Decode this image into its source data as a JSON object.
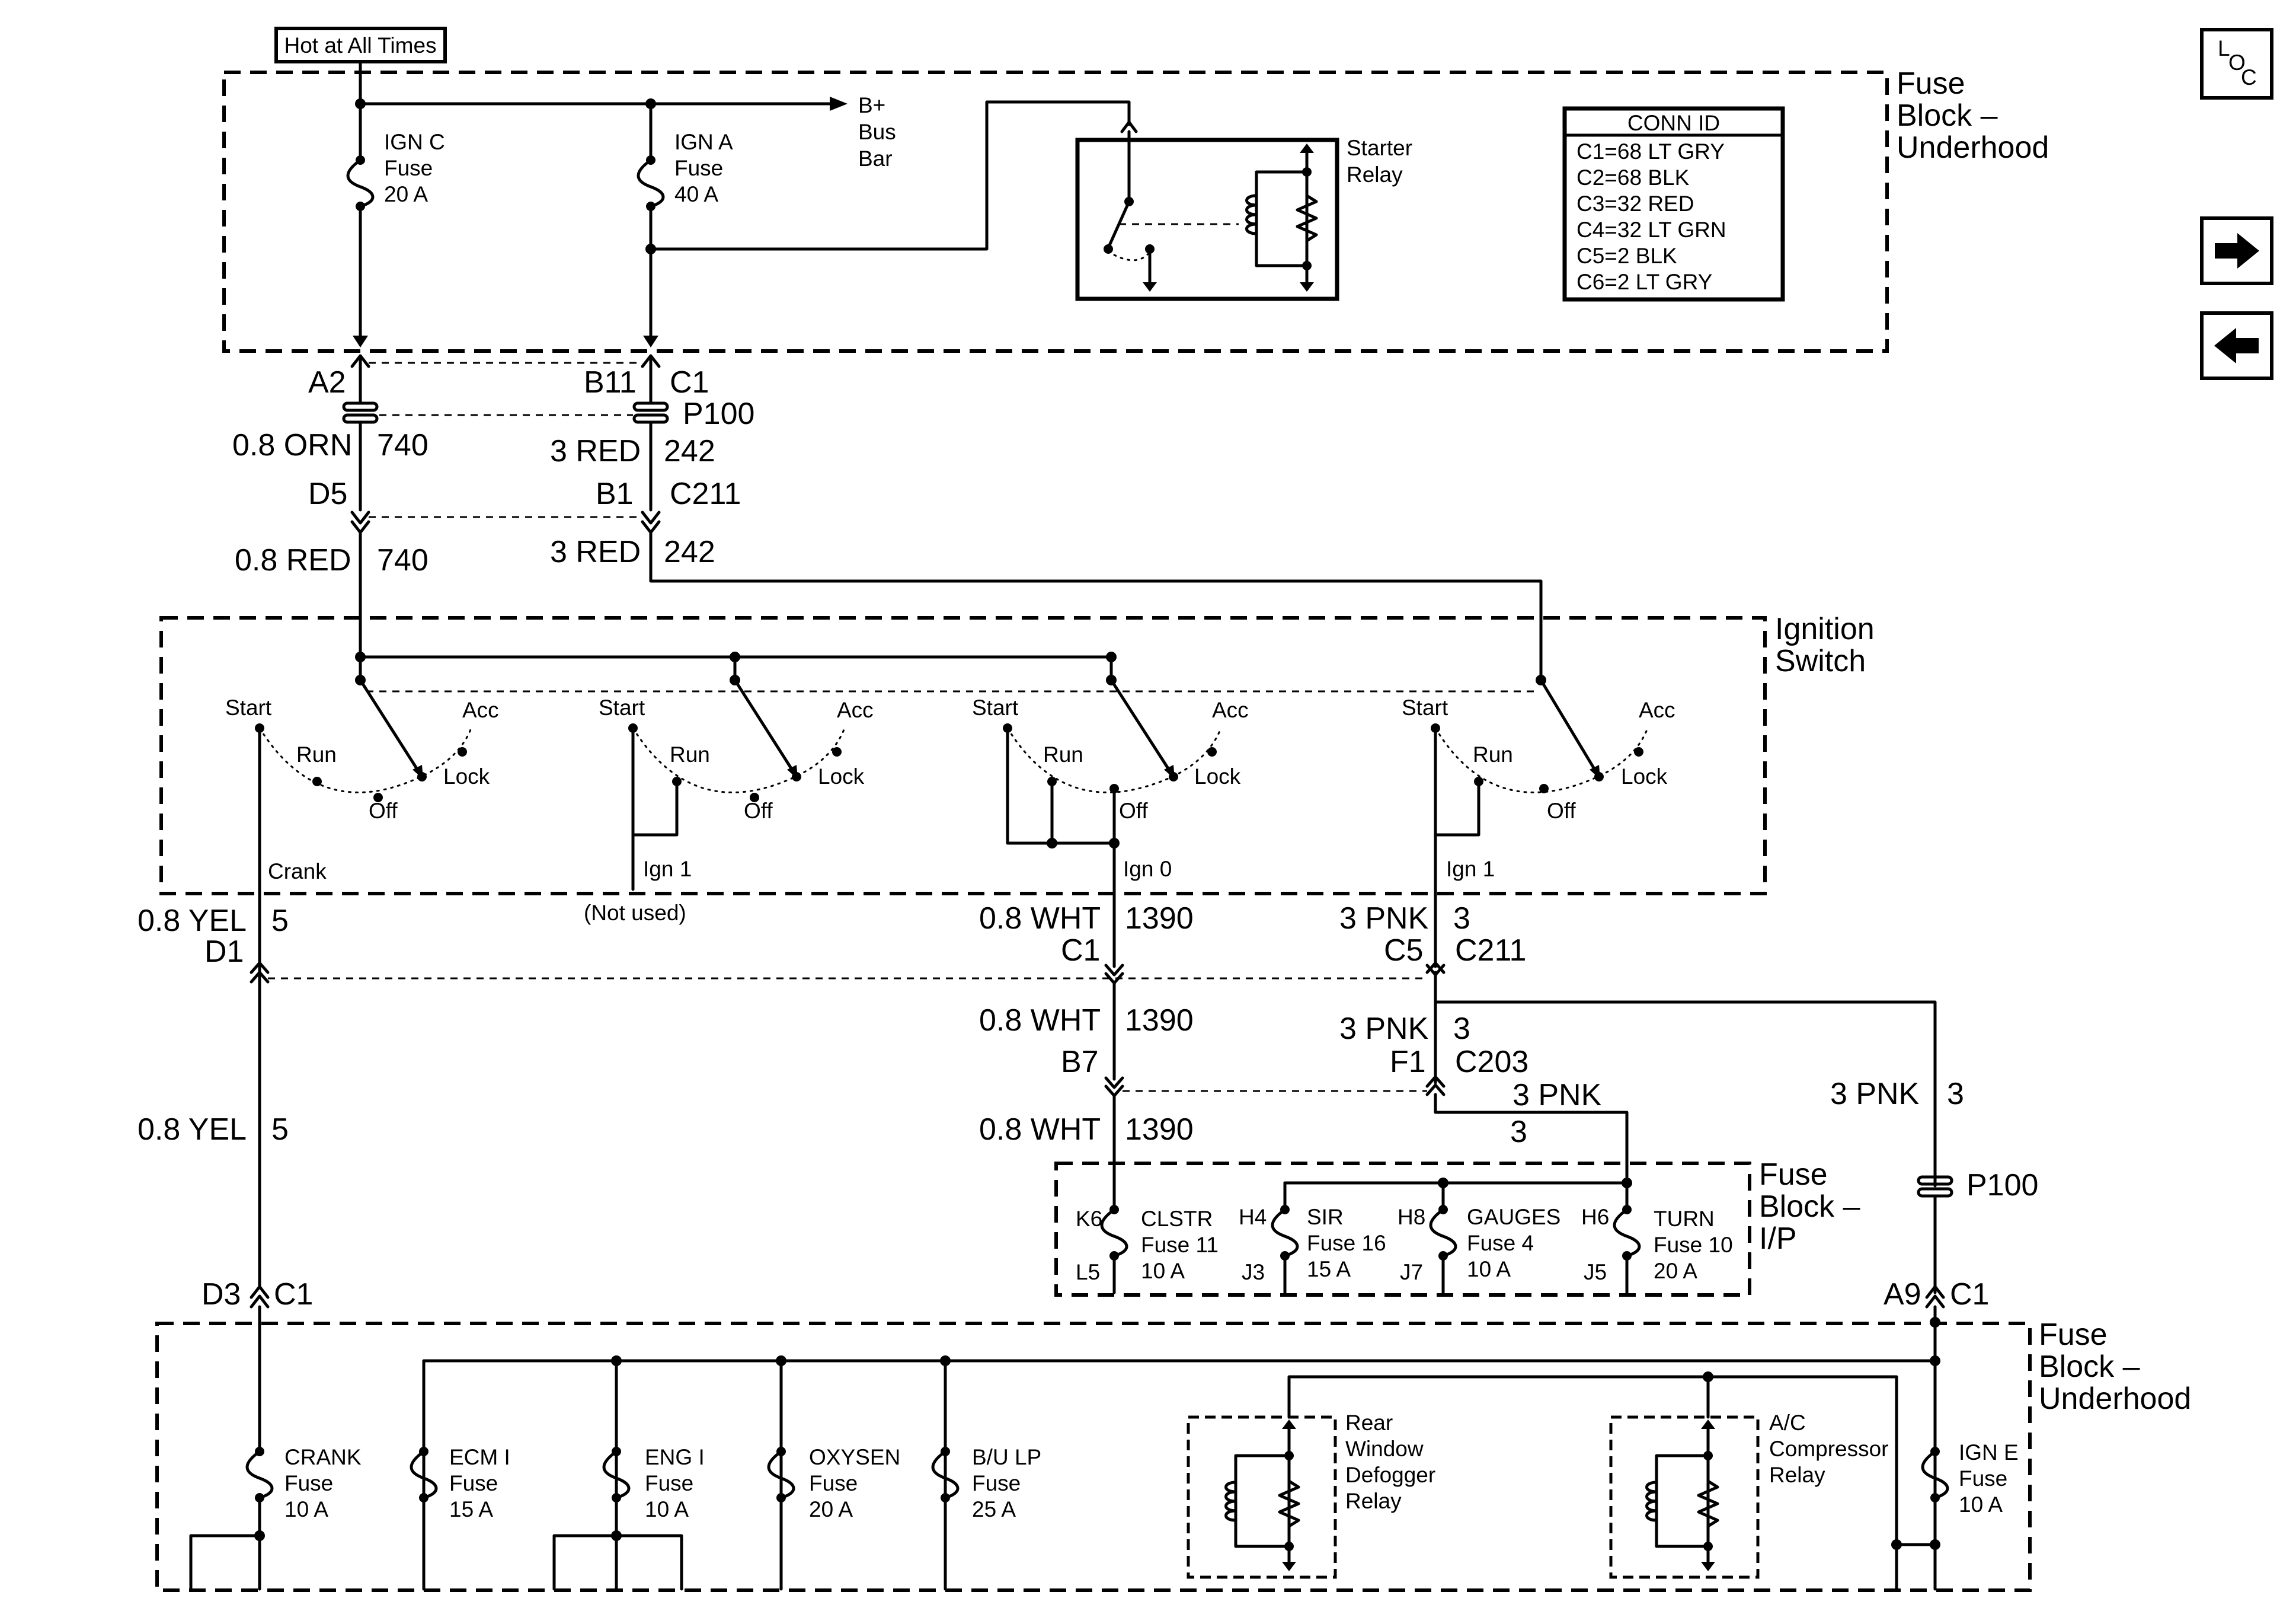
{
  "nav": {
    "loc_label": "LOC",
    "next_icon": "arrow-right-icon",
    "prev_icon": "arrow-left-icon"
  },
  "top": {
    "hot_label": "Hot at All Times",
    "block_label": [
      "Fuse",
      "Block –",
      "Underhood"
    ],
    "ign_c": [
      "IGN C",
      "Fuse",
      "20 A"
    ],
    "ign_a": [
      "IGN A",
      "Fuse",
      "40 A"
    ],
    "bus": [
      "B+",
      "Bus",
      "Bar"
    ],
    "starter_relay": [
      "Starter",
      "Relay"
    ],
    "conn_title": "CONN ID",
    "conn_rows": [
      "C1=68 LT GRY",
      "C2=68 BLK",
      "C3=32 RED",
      "C4=32 LT GRN",
      "C5=2 BLK",
      "C6=2 LT GRY"
    ]
  },
  "wires_top": {
    "a2": "A2",
    "b11": "B11",
    "c1": "C1",
    "p100": "P100",
    "w1_color": "0.8 ORN",
    "w1_num": "740",
    "w2_color": "3 RED",
    "w2_num": "242",
    "d5": "D5",
    "b1": "B1",
    "c211": "C211",
    "w3_color": "0.8 RED",
    "w3_num": "740",
    "w4_color": "3 RED",
    "w4_num": "242"
  },
  "ignition": {
    "block_label": [
      "Ignition",
      "Switch"
    ],
    "pos_start": "Start",
    "pos_run": "Run",
    "pos_off": "Off",
    "pos_lock": "Lock",
    "pos_acc": "Acc",
    "out_crank": "Crank",
    "out_ign1": "Ign 1",
    "out_ign0": "Ign 0",
    "out_ign1b": "Ign 1",
    "not_used": "(Not used)"
  },
  "wires_mid": {
    "yel_color": "0.8 YEL",
    "yel_num": "5",
    "d1": "D1",
    "wht_color": "0.8 WHT",
    "wht_num": "1390",
    "c1": "C1",
    "pnk_color": "3 PNK",
    "pnk_num": "3",
    "c5": "C5",
    "c211": "C211",
    "wht2_color": "0.8 WHT",
    "wht2_num": "1390",
    "pnk2_color": "3 PNK",
    "pnk2_num": "3",
    "b7": "B7",
    "f1": "F1",
    "c203": "C203",
    "pnk3_color": "3 PNK",
    "pnk3_num": "3",
    "yel2_color": "0.8 YEL",
    "yel2_num": "5",
    "wht3_color": "0.8 WHT",
    "wht3_num": "1390",
    "pnk4_color": "3 PNK",
    "pnk4_num": "3",
    "p100": "P100",
    "d3": "D3",
    "c1b": "C1",
    "a9": "A9",
    "c1c": "C1"
  },
  "fuse_ip": {
    "block_label": [
      "Fuse",
      "Block –",
      "I/P"
    ],
    "k6": "K6",
    "l5": "L5",
    "clstr": [
      "CLSTR",
      "Fuse 11",
      "10 A"
    ],
    "h4": "H4",
    "j3": "J3",
    "sir": [
      "SIR",
      "Fuse 16",
      "15 A"
    ],
    "h8": "H8",
    "j7": "J7",
    "gauges": [
      "GAUGES",
      "Fuse 4",
      "10 A"
    ],
    "h6": "H6",
    "j5": "J5",
    "turn": [
      "TURN",
      "Fuse 10",
      "20 A"
    ]
  },
  "bottom": {
    "block_label": [
      "Fuse",
      "Block –",
      "Underhood"
    ],
    "crank": [
      "CRANK",
      "Fuse",
      "10 A"
    ],
    "ecm": [
      "ECM I",
      "Fuse",
      "15 A"
    ],
    "eng": [
      "ENG I",
      "Fuse",
      "10 A"
    ],
    "oxy": [
      "OXYSEN",
      "Fuse",
      "20 A"
    ],
    "bulp": [
      "B/U LP",
      "Fuse",
      "25 A"
    ],
    "rear": [
      "Rear",
      "Window",
      "Defogger",
      "Relay"
    ],
    "ac": [
      "A/C",
      "Compressor",
      "Relay"
    ],
    "igne": [
      "IGN E",
      "Fuse",
      "10 A"
    ]
  }
}
